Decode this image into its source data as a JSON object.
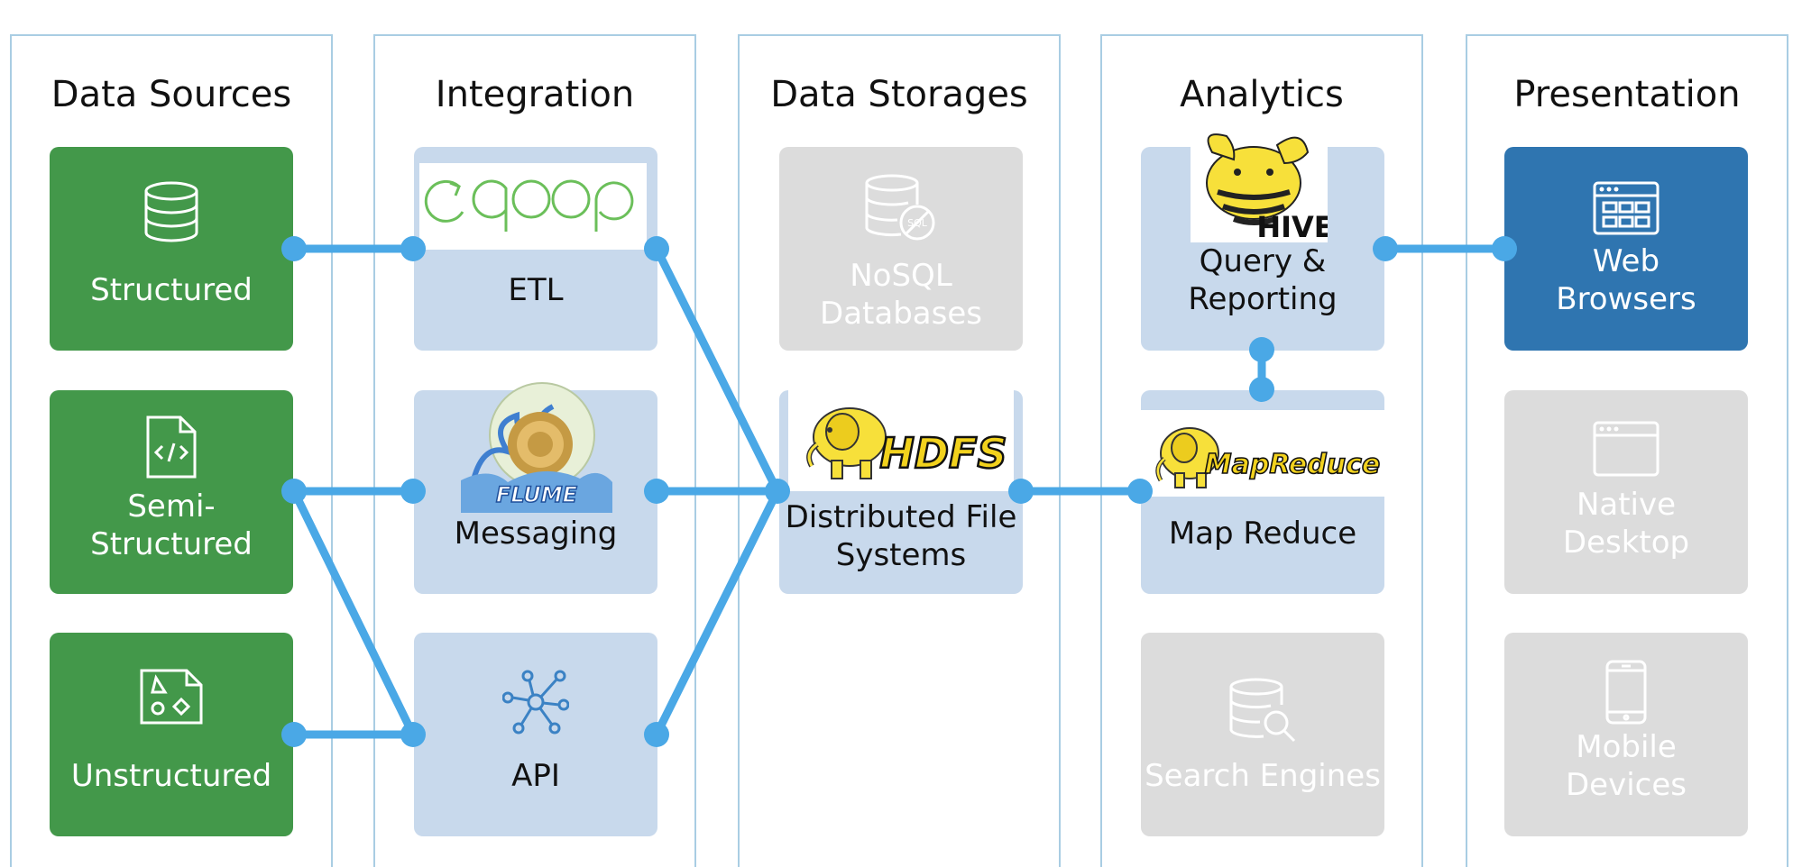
{
  "columns": [
    {
      "title": "Data Sources"
    },
    {
      "title": "Integration"
    },
    {
      "title": "Data Storages"
    },
    {
      "title": "Analytics"
    },
    {
      "title": "Presentation"
    }
  ],
  "boxes": {
    "structured": {
      "label": "Structured",
      "icon": "database-icon"
    },
    "semi": {
      "label": "Semi-\nStructured",
      "icon": "code-file-icon"
    },
    "unstructured": {
      "label": "Unstructured",
      "icon": "shapes-file-icon"
    },
    "etl": {
      "label": "ETL",
      "logo": "sqoop-logo"
    },
    "messaging": {
      "label": "Messaging",
      "logo": "flume-logo",
      "logo_text": "FLUME"
    },
    "api": {
      "label": "API",
      "icon": "network-hub-icon"
    },
    "nosql": {
      "label": "NoSQL\nDatabases",
      "icon": "sql-database-icon"
    },
    "hdfs": {
      "label": "Distributed File\nSystems",
      "logo": "hdfs-elephant-logo",
      "logo_text": "HDFS"
    },
    "query": {
      "label": "Query &\nReporting",
      "logo": "hive-logo",
      "logo_text": "HIVE"
    },
    "mapreduce": {
      "label": "Map Reduce",
      "logo": "mapreduce-elephant-logo",
      "logo_text": "MapReduce"
    },
    "search": {
      "label": "Search Engines",
      "icon": "database-search-icon"
    },
    "web": {
      "label": "Web\nBrowsers",
      "icon": "browser-grid-icon"
    },
    "desktop": {
      "label": "Native\nDesktop",
      "icon": "window-icon"
    },
    "mobile": {
      "label": "Mobile\nDevices",
      "icon": "smartphone-icon"
    }
  },
  "colors": {
    "source_green": "#43984a",
    "integration_blue": "#c8d9ec",
    "inactive_gray": "#dcdcdc",
    "presentation_blue": "#2f75b0",
    "connector": "#4aa8e6",
    "column_border": "#a9cde3"
  }
}
